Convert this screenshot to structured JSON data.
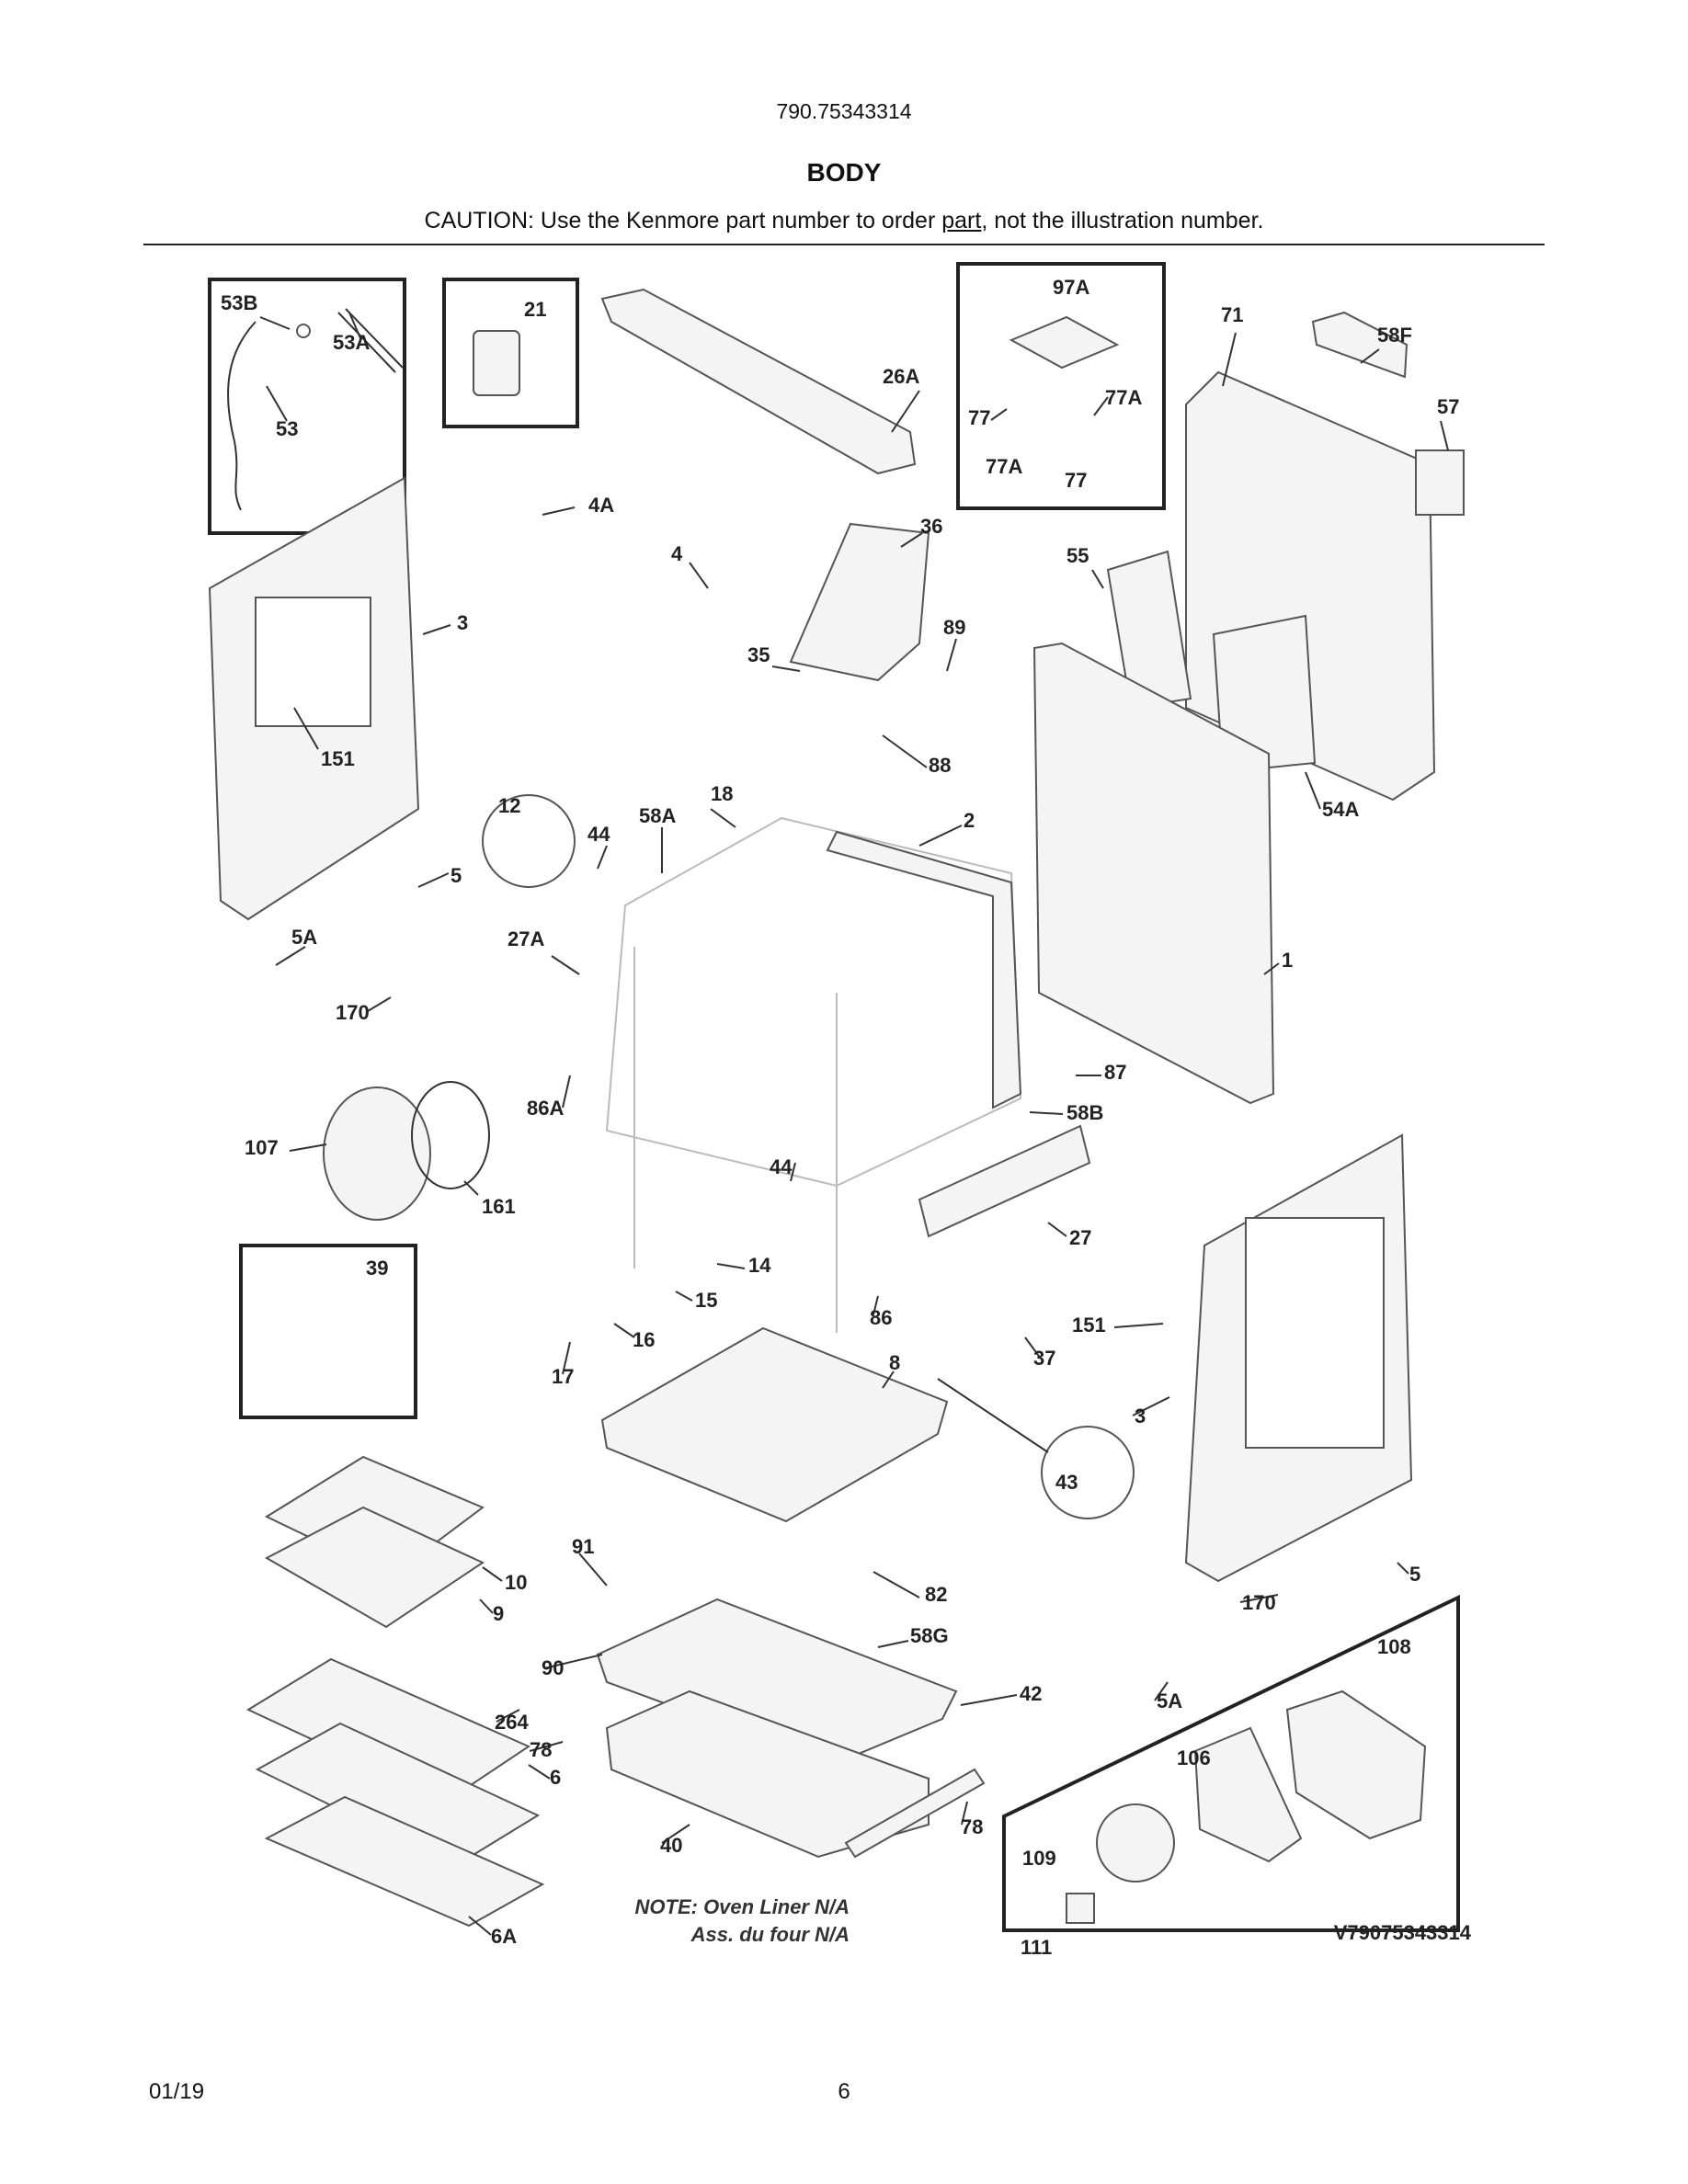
{
  "header": {
    "model_number": "790.75343314",
    "title": "BODY",
    "caution_before": "CAUTION: Use the Kenmore part number to order ",
    "caution_link": "part",
    "caution_after": ", not the illustration number."
  },
  "diagram": {
    "labels": [
      "53B",
      "53A",
      "53",
      "21",
      "26A",
      "97A",
      "77",
      "77A",
      "77A",
      "77",
      "71",
      "58F",
      "57",
      "4A",
      "36",
      "4",
      "55",
      "35",
      "89",
      "3",
      "88",
      "151",
      "12",
      "44",
      "18",
      "58A",
      "2",
      "54A",
      "5",
      "5A",
      "27A",
      "170",
      "1",
      "87",
      "86A",
      "58B",
      "107",
      "161",
      "44",
      "27",
      "39",
      "14",
      "15",
      "86",
      "151",
      "37",
      "16",
      "17",
      "8",
      "3",
      "43",
      "10",
      "91",
      "82",
      "9",
      "5",
      "58G",
      "170",
      "90",
      "42",
      "108",
      "5A",
      "264",
      "78",
      "6",
      "106",
      "78",
      "40",
      "109",
      "6A",
      "111"
    ],
    "note_line1": "NOTE: Oven Liner N/A",
    "note_line2": "Ass. du four N/A",
    "drawing_number": "V79075343314"
  },
  "footer": {
    "date": "01/19",
    "page": "6"
  }
}
